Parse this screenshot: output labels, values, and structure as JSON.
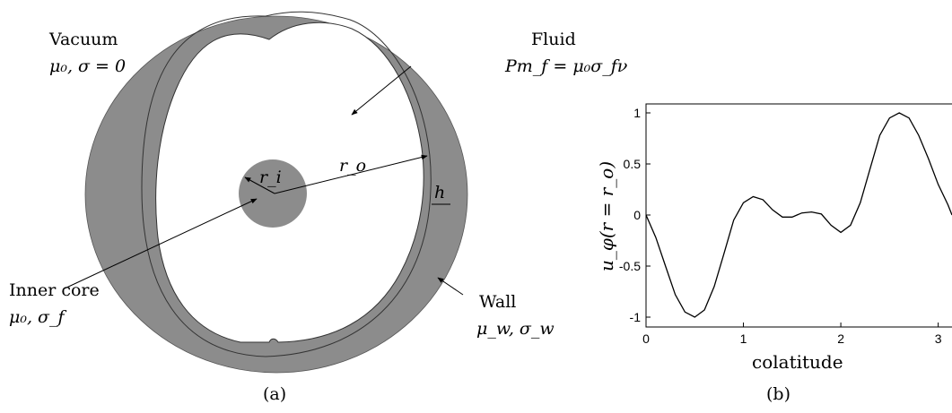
{
  "diagram": {
    "caption": "(a)",
    "vacuum": {
      "title": "Vacuum",
      "props": "μ₀, σ = 0"
    },
    "fluid": {
      "title": "Fluid",
      "props": "Pm_f = μ₀σ_fν"
    },
    "inner_core": {
      "title": "Inner core",
      "props": "μ₀, σ_f"
    },
    "wall": {
      "title": "Wall",
      "props": "μ_w, σ_w"
    },
    "r_i": "r_i",
    "r_o": "r_o",
    "h": "h",
    "colors": {
      "wall": "#8c8c8c",
      "line": "#000000",
      "background": "#ffffff"
    }
  },
  "chart_caption": "(b)",
  "chart_data": {
    "type": "line",
    "xlabel": "colatitude",
    "ylabel": "u_φ(r = r_o)",
    "xlim": [
      0,
      3.1416
    ],
    "ylim": [
      -1.1,
      1.1
    ],
    "xticks": [
      "0",
      "1",
      "2",
      "3"
    ],
    "yticks": [
      "1",
      "0.5",
      "0",
      "-0.5",
      "-1"
    ],
    "grid": false,
    "series": [
      {
        "x": [
          0,
          0.1,
          0.2,
          0.3,
          0.4,
          0.5,
          0.6,
          0.7,
          0.8,
          0.9,
          1.0,
          1.1,
          1.2,
          1.3,
          1.4,
          1.5,
          1.6,
          1.7,
          1.8,
          1.9,
          2.0,
          2.1,
          2.2,
          2.3,
          2.4,
          2.5,
          2.6,
          2.7,
          2.8,
          2.9,
          3.0,
          3.1,
          3.1416
        ],
        "y": [
          0.0,
          -0.22,
          -0.5,
          -0.78,
          -0.95,
          -1.0,
          -0.93,
          -0.7,
          -0.38,
          -0.05,
          0.12,
          0.18,
          0.15,
          0.05,
          -0.02,
          -0.02,
          0.02,
          0.03,
          0.01,
          -0.1,
          -0.17,
          -0.1,
          0.12,
          0.45,
          0.78,
          0.95,
          1.0,
          0.95,
          0.78,
          0.55,
          0.3,
          0.1,
          0.0
        ]
      }
    ]
  }
}
